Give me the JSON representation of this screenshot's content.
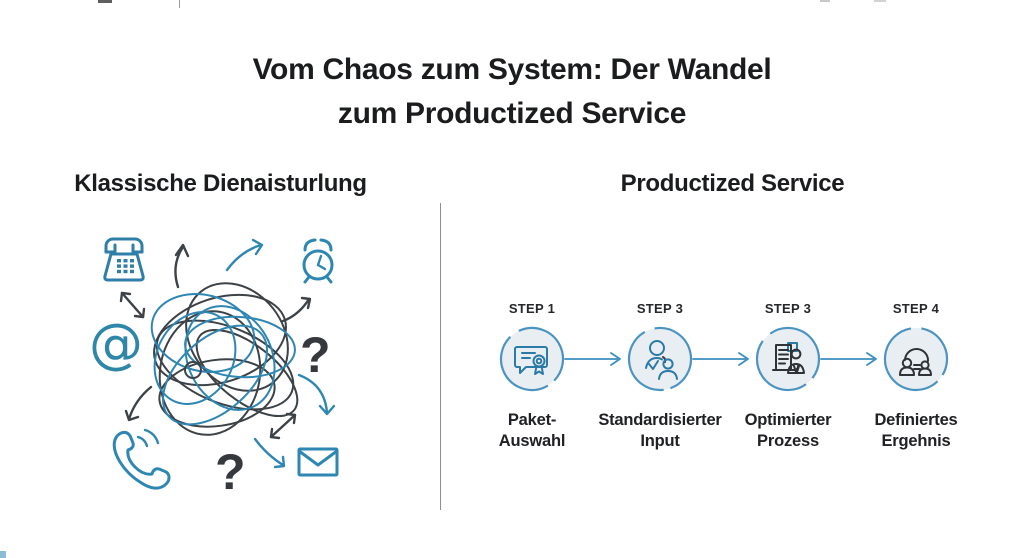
{
  "title": {
    "line1": "Vom Chaos zum System: Der Wandel",
    "line2": "zum Productized Service"
  },
  "left_panel": {
    "heading": "Klassische Dienaisturlung",
    "question_mark": "?",
    "at_symbol": "@",
    "chaos_icons": [
      "telephone-icon",
      "alarm-clock-icon",
      "at-sign-icon",
      "question-mark",
      "scribble-tangle",
      "phone-handset-icon",
      "envelope-icon",
      "question-mark"
    ]
  },
  "right_panel": {
    "heading": "Productized Service",
    "steps": [
      {
        "label": "STEP 1",
        "icon": "certificate-icon",
        "caption": [
          "Paket-",
          "Auswahl"
        ]
      },
      {
        "label": "STEP 3",
        "icon": "people-icon",
        "caption": [
          "Standardisierter",
          "Input"
        ]
      },
      {
        "label": "STEP 3",
        "icon": "document-person-icon",
        "caption": [
          "Optimierter",
          "Prozess"
        ]
      },
      {
        "label": "STEP 4",
        "icon": "headset-people-icon",
        "caption": [
          "Definiertes",
          "Ergehnis"
        ]
      }
    ]
  },
  "colors": {
    "accent_blue": "#2e86b3",
    "dark_gray": "#3b4045",
    "circle_border": "#4b94c1",
    "circle_fill": "#e9eef3",
    "text_dark": "#1d1e20",
    "divider_gray": "#8f8f8f"
  }
}
